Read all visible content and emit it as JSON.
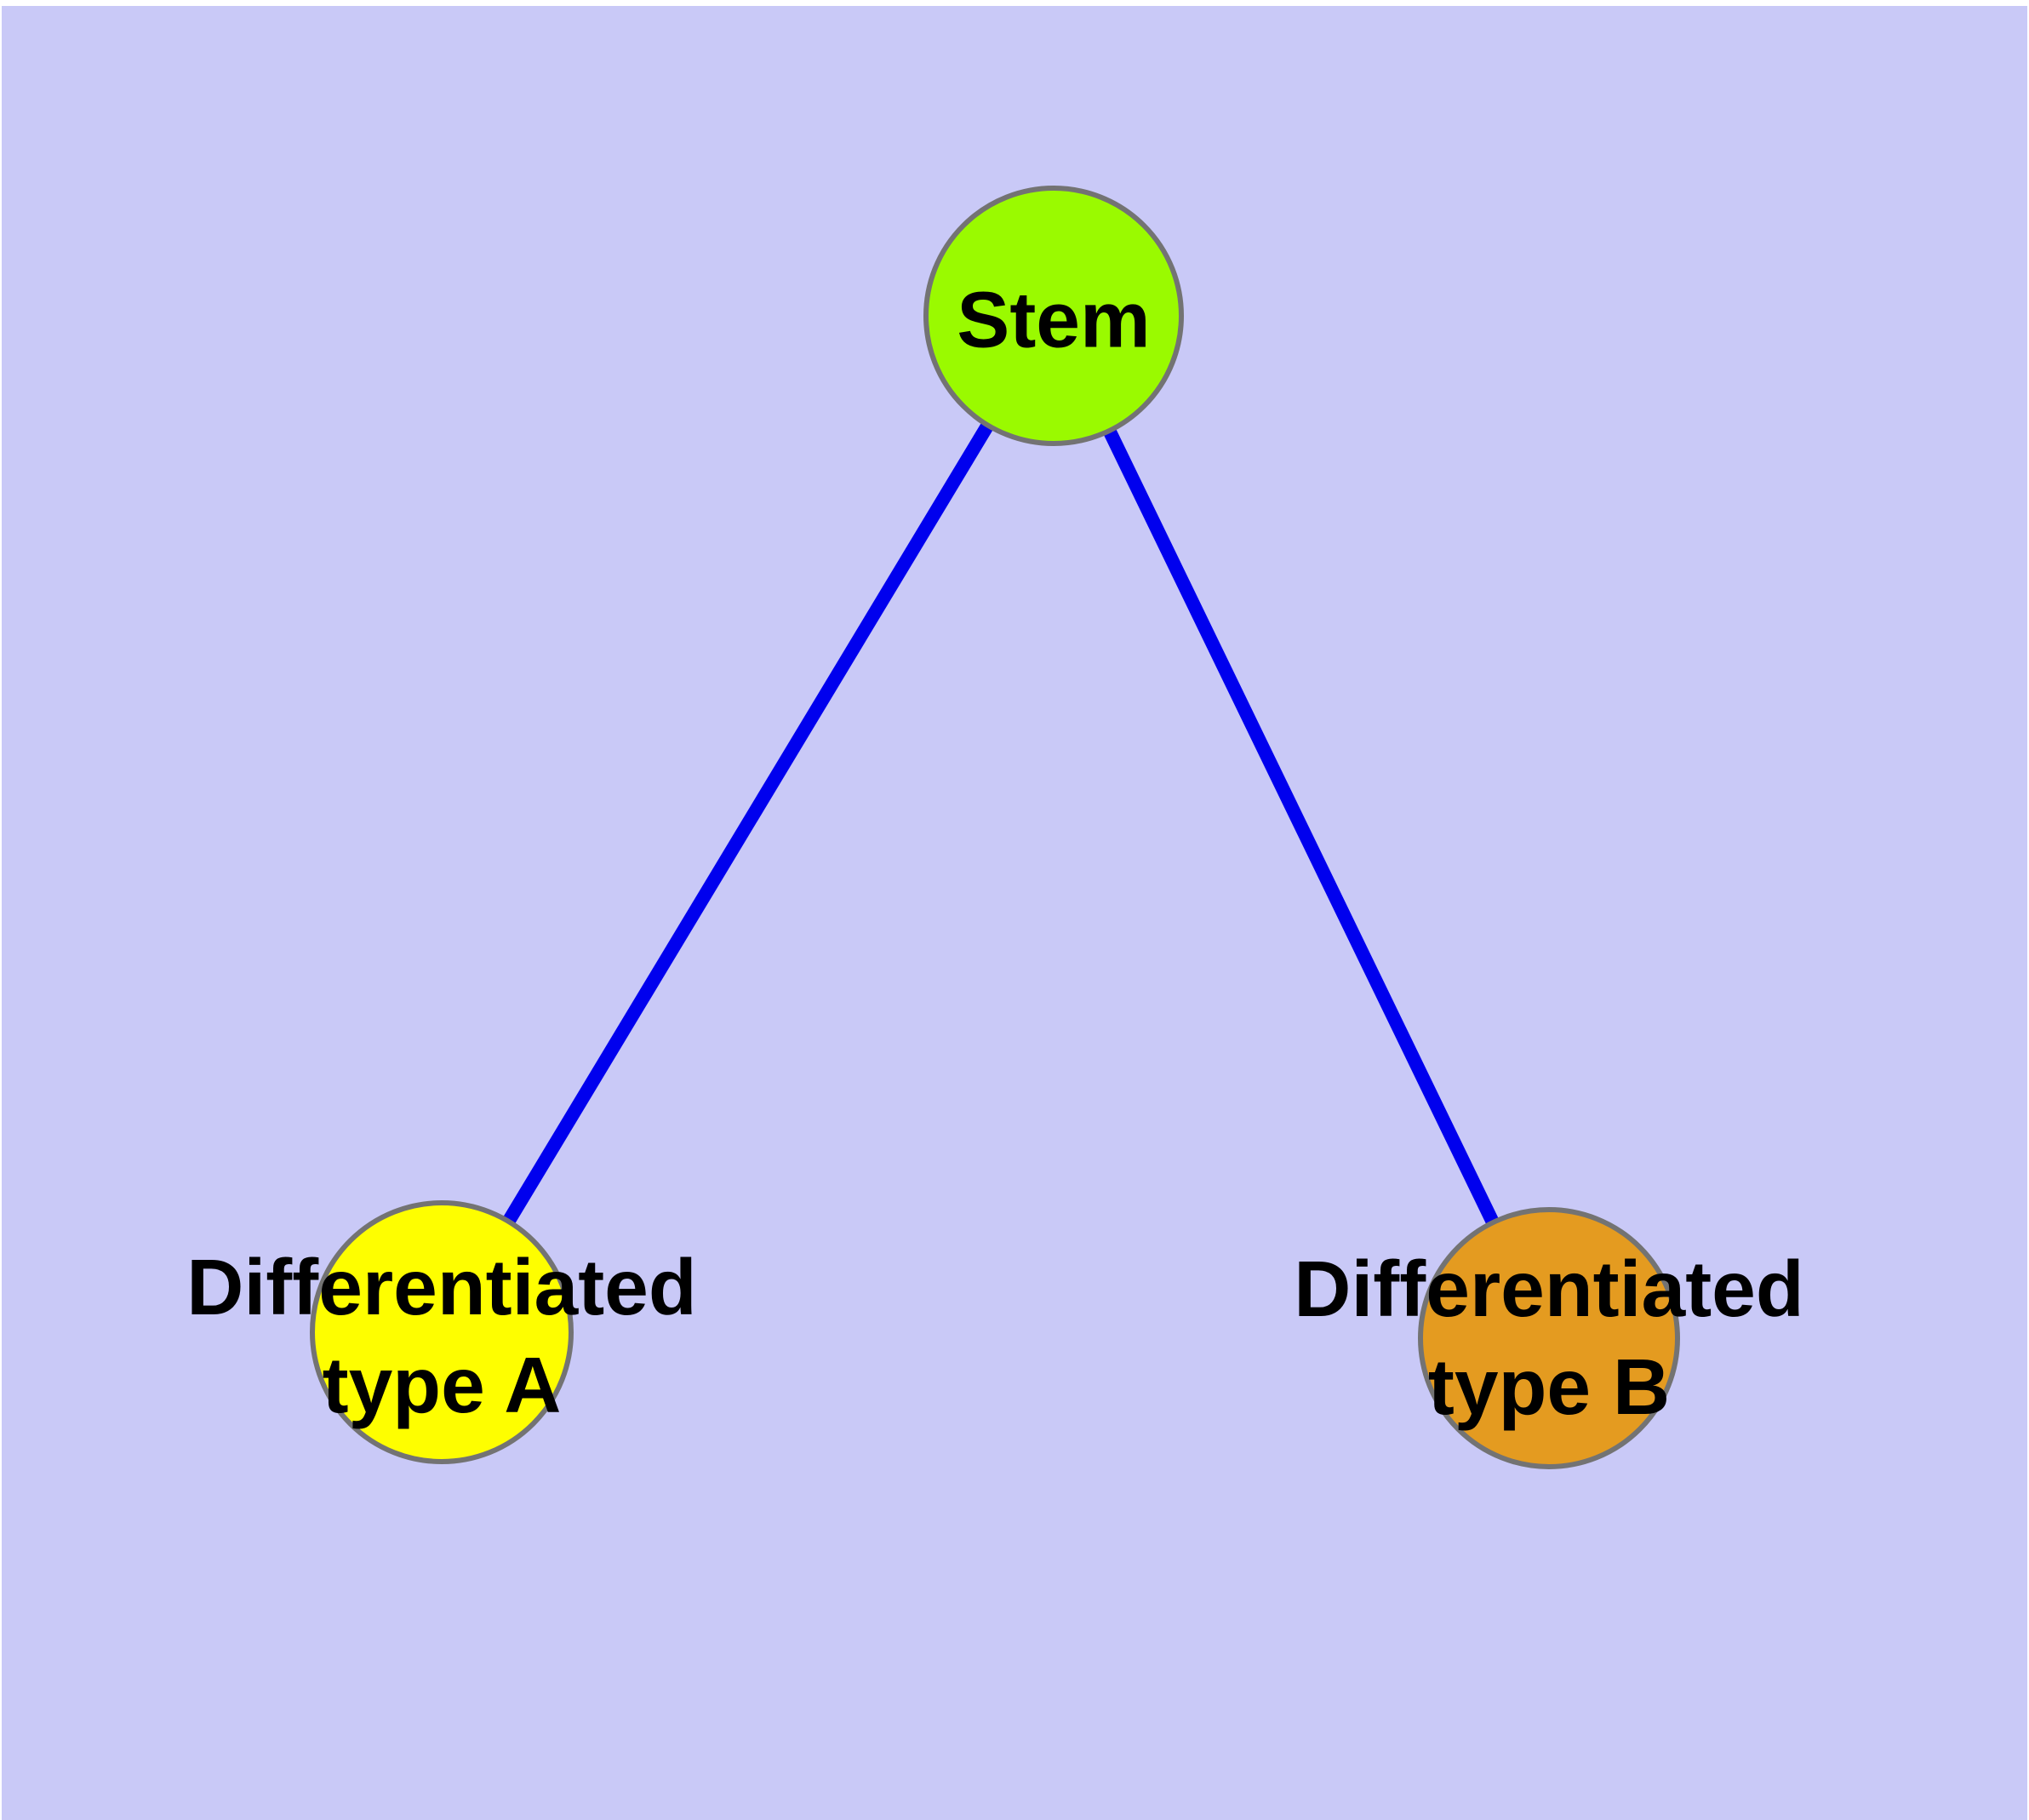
{
  "diagram": {
    "page_background": "#ffffff",
    "panel_background": "#c9c9f7",
    "node_border_color": "#737373",
    "nodes": [
      {
        "id": "stem",
        "label": "Stem",
        "color": "#9afa00"
      },
      {
        "id": "differentiated-type-a",
        "label": "Differentiated\ntype A",
        "color": "#fefe00"
      },
      {
        "id": "differentiated-type-b",
        "label": "Differentiated\ntype B",
        "color": "#e49b20"
      }
    ],
    "edges": [
      {
        "from": "stem",
        "to": "differentiated-type-a",
        "color": "#0000ee"
      },
      {
        "from": "stem",
        "to": "differentiated-type-b",
        "color": "#0000ee"
      }
    ]
  }
}
